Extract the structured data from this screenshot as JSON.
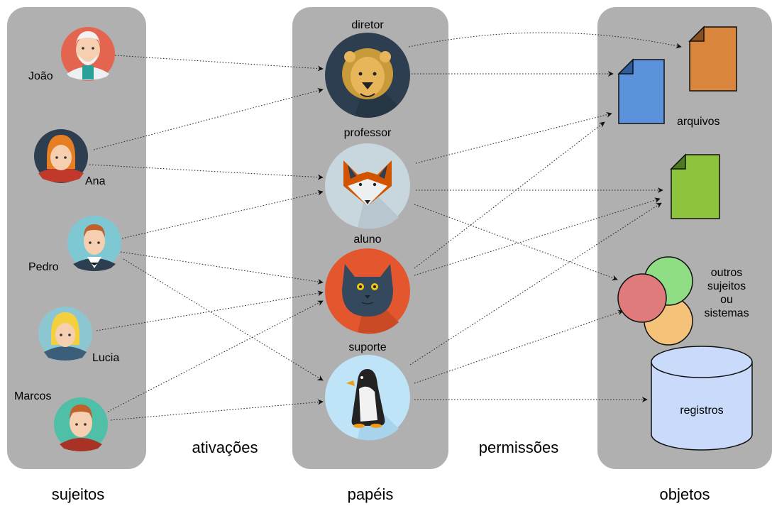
{
  "columns": {
    "subjects": "sujeitos",
    "roles": "papéis",
    "objects": "objetos"
  },
  "relations": {
    "activations": "ativações",
    "permissions": "permissões"
  },
  "subjects": [
    {
      "id": "joao",
      "name": "João"
    },
    {
      "id": "ana",
      "name": "Ana"
    },
    {
      "id": "pedro",
      "name": "Pedro"
    },
    {
      "id": "lucia",
      "name": "Lucia"
    },
    {
      "id": "marcos",
      "name": "Marcos"
    }
  ],
  "roles": [
    {
      "id": "diretor",
      "name": "diretor",
      "icon": "lion-icon",
      "color": "#2c3e50"
    },
    {
      "id": "professor",
      "name": "professor",
      "icon": "fox-icon",
      "color": "#c8d6dd"
    },
    {
      "id": "aluno",
      "name": "aluno",
      "icon": "cat-icon",
      "color": "#e4572e"
    },
    {
      "id": "suporte",
      "name": "suporte",
      "icon": "penguin-icon",
      "color": "#bfe3f7"
    }
  ],
  "objects": {
    "files_label": "arquivos",
    "others_label": [
      "outros",
      "sujeitos",
      "ou",
      "sistemas"
    ],
    "db_label": "registros"
  },
  "activations": [
    [
      "joao",
      "diretor"
    ],
    [
      "ana",
      "diretor"
    ],
    [
      "ana",
      "professor"
    ],
    [
      "pedro",
      "professor"
    ],
    [
      "pedro",
      "aluno"
    ],
    [
      "pedro",
      "suporte"
    ],
    [
      "lucia",
      "aluno"
    ],
    [
      "marcos",
      "aluno"
    ],
    [
      "marcos",
      "suporte"
    ]
  ],
  "permissions": [
    [
      "diretor",
      "file-orange"
    ],
    [
      "diretor",
      "file-blue"
    ],
    [
      "professor",
      "file-blue"
    ],
    [
      "professor",
      "file-green"
    ],
    [
      "professor",
      "others"
    ],
    [
      "aluno",
      "file-blue"
    ],
    [
      "aluno",
      "file-green"
    ],
    [
      "suporte",
      "file-green"
    ],
    [
      "suporte",
      "others"
    ],
    [
      "suporte",
      "db"
    ]
  ]
}
